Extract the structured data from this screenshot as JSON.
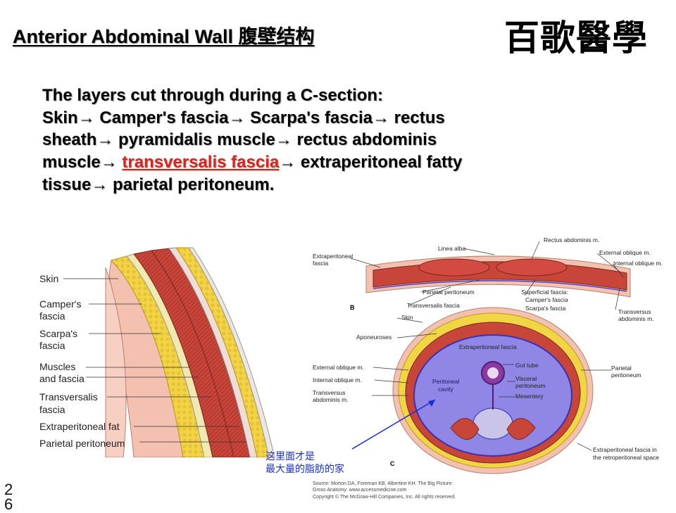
{
  "title": "Anterior Abdominal Wall 腹壁结构",
  "logo": "百歌醫學",
  "body": {
    "line1": "The layers cut through during a C-section:",
    "skin": "Skin",
    "campers": " Camper's fascia",
    "scarpas": " Scarpa's fascia",
    "rectus_sheath_a": " rectus",
    "rectus_sheath_b": "sheath",
    "pyramidalis": " pyramidalis muscle",
    "rectus_abd_a": " rectus abdominis",
    "rectus_abd_b": "muscle",
    "transversalis_fascia": "transversalis fascia",
    "extraperitoneal": " extraperitoneal fatty",
    "tissue": "tissue",
    "parietal": " parietal peritoneum."
  },
  "arrow_glyph": "→",
  "left_labels": {
    "skin": "Skin",
    "campers_1": "Camper's",
    "campers_2": "fascia",
    "scarpas_1": "Scarpa's",
    "scarpas_2": "fascia",
    "muscles_1": "Muscles",
    "muscles_2": "and fascia",
    "transversalis_1": "Transversalis",
    "transversalis_2": "fascia",
    "extraperitoneal_fat": "Extraperitoneal fat",
    "parietal_peritoneum": "Parietal peritoneum"
  },
  "right_labels": {
    "extraperitoneal_fascia_1": "Extraperitoneal",
    "extraperitoneal_fascia_2": "fascia",
    "linea_alba": "Linea alba",
    "rectus_abdominis": "Rectus abdominis m.",
    "external_oblique_top": "External oblique m.",
    "internal_oblique_top": "Internal oblique m.",
    "parietal_peritoneum": "Parietal peritoneum",
    "superficial_fascia": "Superficial fascia:",
    "campers": "Camper's fascia",
    "scarpas": "Scarpa's fascia",
    "transversalis_fascia": "Transversalis fascia",
    "transversus_1": "Transversus",
    "transversus_2": "abdominis m.",
    "panel_b": "B",
    "skin": "Skin",
    "aponeuroses": "Aponeuroses",
    "extraperitoneal_fascia": "Extraperitoneal fascia",
    "external_oblique": "External oblique m.",
    "internal_oblique": "Internal oblique m.",
    "transversus_b1": "Transversus",
    "transversus_b2": "abdominis m.",
    "gut_tube": "Gut tube",
    "visceral_1": "Visceral",
    "visceral_2": "peritoneum",
    "mesentery": "Mesentery",
    "peritoneal_1": "Peritoneal",
    "peritoneal_2": "cavity",
    "parietal_1": "Parietal",
    "parietal_2": "peritoneum",
    "retro_1": "Extraperitoneal fascia in",
    "retro_2": "the retroperitoneal space",
    "panel_c": "C"
  },
  "chinese_note": {
    "line1": "这里面才是",
    "line2": "最大量的脂肪的家"
  },
  "source": {
    "line1": "Source: Morton DA, Foreman KB, Albertine KH: The Big Picture:",
    "line2": "Gross Anatomy: www.accessmedicine.com",
    "line3": "Copyright © The McGraw-Hill Companies, Inc. All rights reserved."
  },
  "slide_number": {
    "line1": "2",
    "line2": "6"
  },
  "colors": {
    "muscle": "#c8453a",
    "fat": "#f2d544",
    "skin": "#f4c0b0",
    "cavity": "#8f86e6",
    "annotation": "#1a2fd0",
    "highlight": "#d9261c"
  }
}
